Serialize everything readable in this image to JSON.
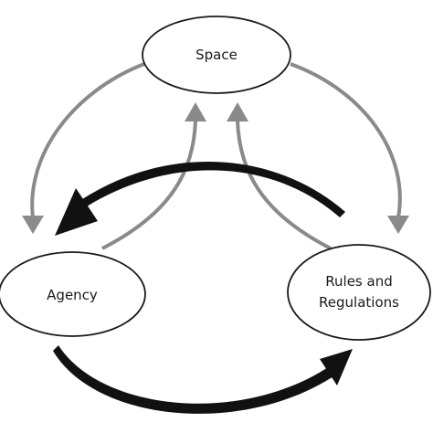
{
  "nodes": {
    "space": {
      "label": "Space"
    },
    "agency": {
      "label": "Agency"
    },
    "rules": {
      "line1": "Rules and",
      "line2": "Regulations"
    }
  },
  "colors": {
    "outline": "#1a1a1a",
    "gray_arrow": "#8a8a8a",
    "black_arrow": "#111111",
    "background": "#ffffff"
  }
}
